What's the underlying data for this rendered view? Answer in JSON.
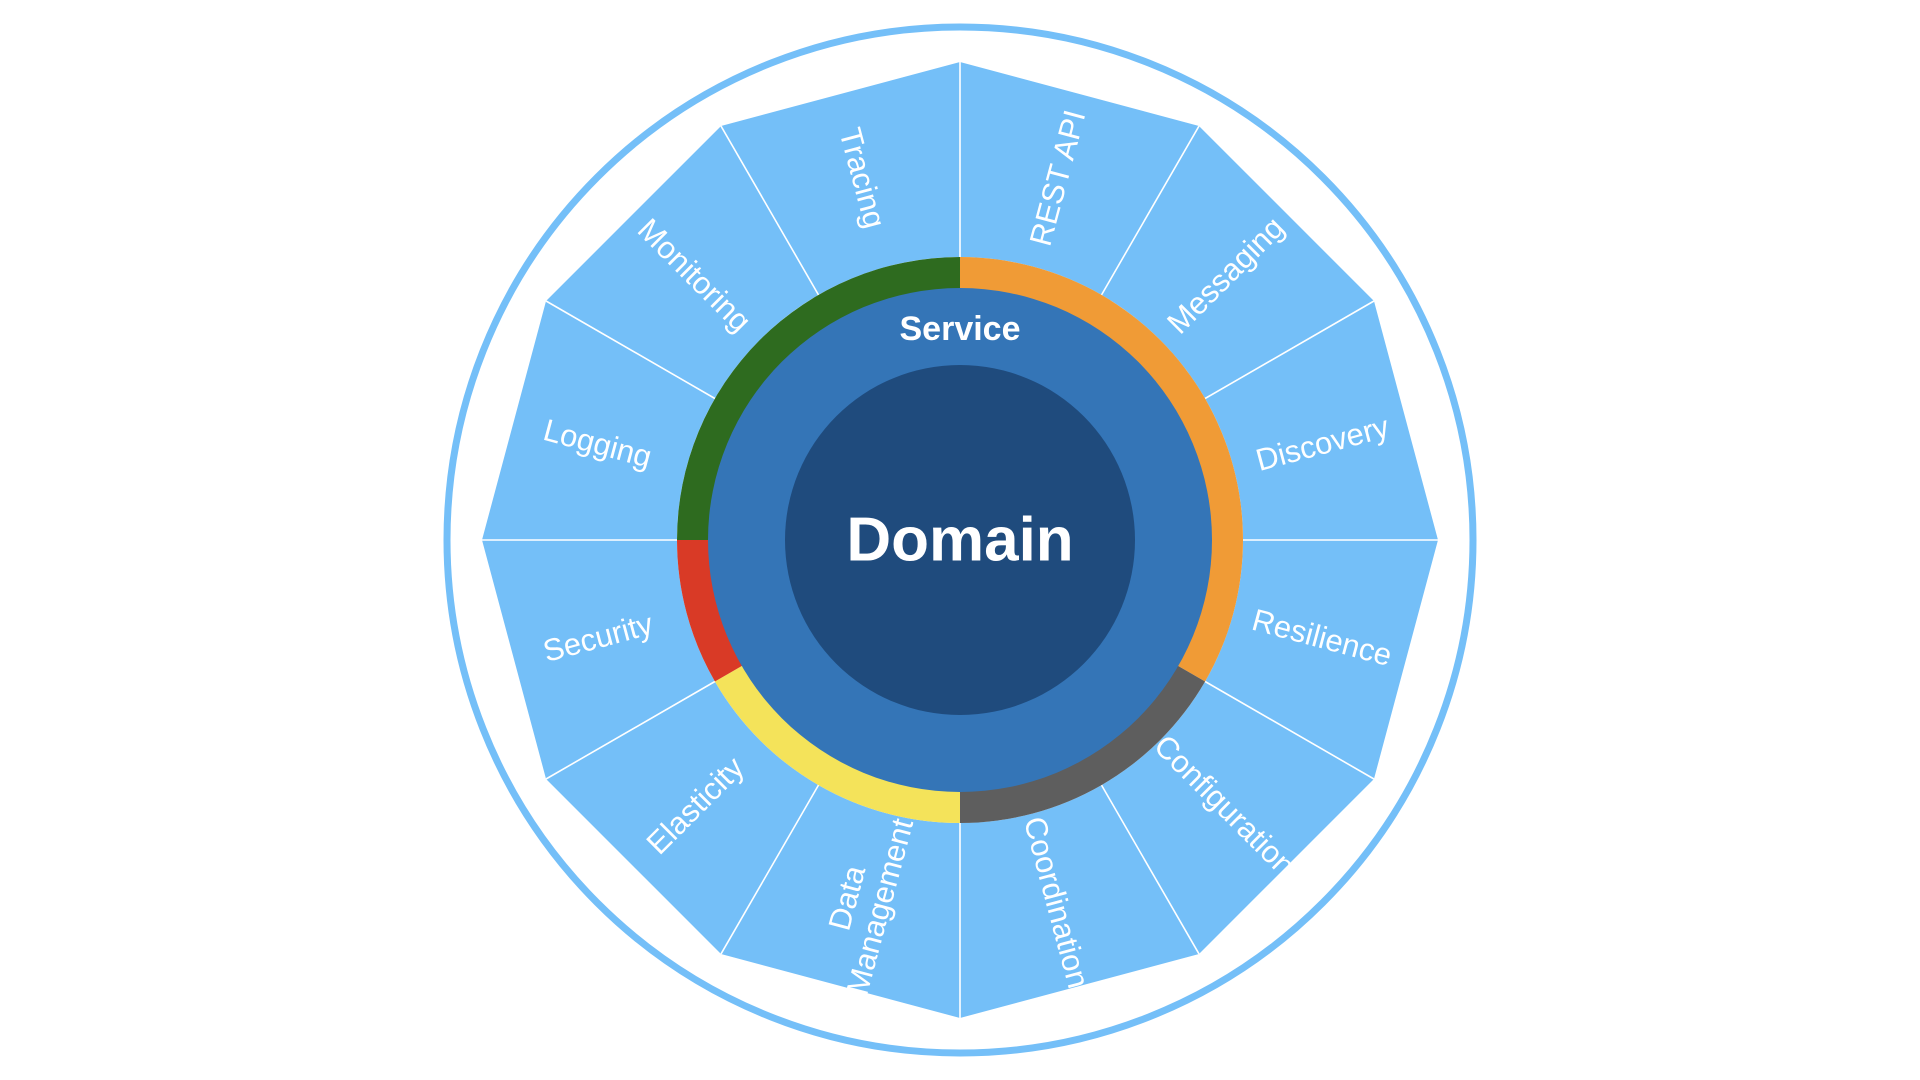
{
  "diagram": {
    "core": {
      "label": "Domain",
      "color": "#1f4b7d"
    },
    "service": {
      "label": "Service",
      "color": "#3475b7"
    },
    "segment_color": "#74bff8",
    "outer_ring_color": "#74bff8",
    "divider_color": "#ffffff",
    "segments": [
      {
        "id": "rest-api",
        "lines": [
          "REST API"
        ]
      },
      {
        "id": "messaging",
        "lines": [
          "Messaging"
        ]
      },
      {
        "id": "discovery",
        "lines": [
          "Discovery"
        ]
      },
      {
        "id": "resilience",
        "lines": [
          "Resilience"
        ]
      },
      {
        "id": "configuration",
        "lines": [
          "Configuration"
        ]
      },
      {
        "id": "coordination",
        "lines": [
          "Coordination"
        ]
      },
      {
        "id": "data-management",
        "lines": [
          "Data",
          "Management"
        ]
      },
      {
        "id": "elasticity",
        "lines": [
          "Elasticity"
        ]
      },
      {
        "id": "security",
        "lines": [
          "Security"
        ]
      },
      {
        "id": "logging",
        "lines": [
          "Logging"
        ]
      },
      {
        "id": "monitoring",
        "lines": [
          "Monitoring"
        ]
      },
      {
        "id": "tracing",
        "lines": [
          "Tracing"
        ]
      }
    ],
    "rings": [
      {
        "id": "orange",
        "color": "#f09b36",
        "from_segment": 0,
        "to_segment": 3
      },
      {
        "id": "gray",
        "color": "#5e5e5e",
        "from_segment": 4,
        "to_segment": 5
      },
      {
        "id": "yellow",
        "color": "#f4e35a",
        "from_segment": 6,
        "to_segment": 7
      },
      {
        "id": "red",
        "color": "#d93a26",
        "from_segment": 8,
        "to_segment": 8
      },
      {
        "id": "green",
        "color": "#2e6b1f",
        "from_segment": 9,
        "to_segment": 11
      }
    ]
  }
}
